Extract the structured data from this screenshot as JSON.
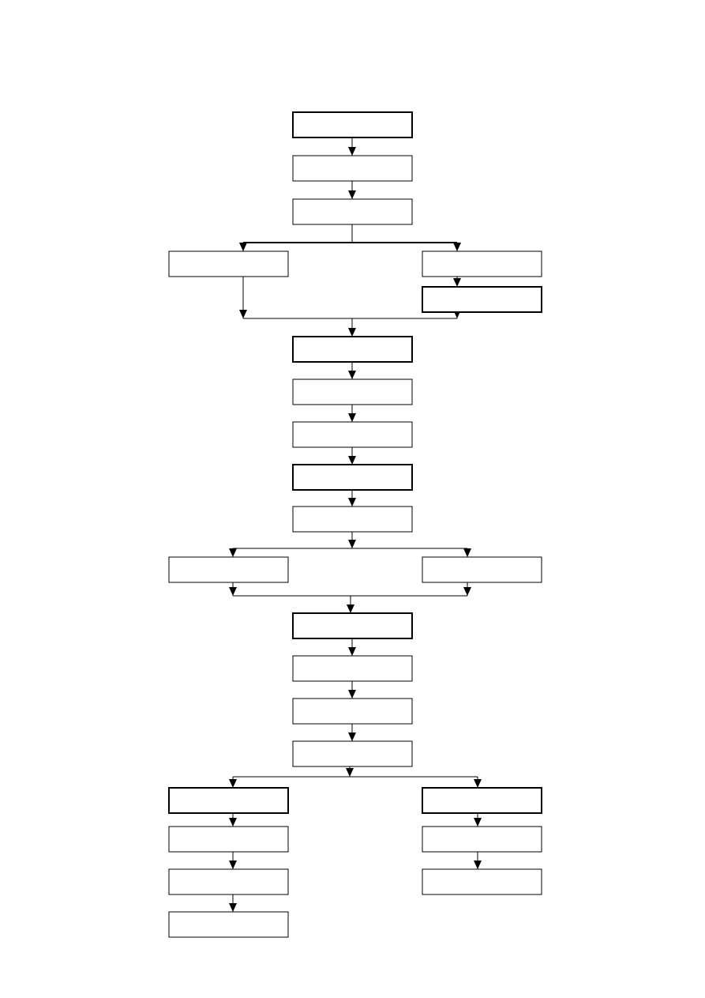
{
  "diagram": {
    "type": "flowchart",
    "line_color": "#000000",
    "box_fill": "#ffffff",
    "nodes": [
      {
        "id": "n1",
        "label": ""
      },
      {
        "id": "n2",
        "label": ""
      },
      {
        "id": "n3",
        "label": ""
      },
      {
        "id": "n4L",
        "label": ""
      },
      {
        "id": "n4R",
        "label": ""
      },
      {
        "id": "n5R",
        "label": ""
      },
      {
        "id": "n6",
        "label": ""
      },
      {
        "id": "n7",
        "label": ""
      },
      {
        "id": "n8",
        "label": ""
      },
      {
        "id": "n9",
        "label": ""
      },
      {
        "id": "n10",
        "label": ""
      },
      {
        "id": "n11L",
        "label": ""
      },
      {
        "id": "n11R",
        "label": ""
      },
      {
        "id": "n12",
        "label": ""
      },
      {
        "id": "n13",
        "label": ""
      },
      {
        "id": "n14",
        "label": ""
      },
      {
        "id": "n15",
        "label": ""
      },
      {
        "id": "n16L",
        "label": ""
      },
      {
        "id": "n16R",
        "label": ""
      },
      {
        "id": "n17L",
        "label": ""
      },
      {
        "id": "n17R",
        "label": ""
      },
      {
        "id": "n18L",
        "label": ""
      },
      {
        "id": "n18R",
        "label": ""
      },
      {
        "id": "n19L",
        "label": ""
      }
    ]
  }
}
